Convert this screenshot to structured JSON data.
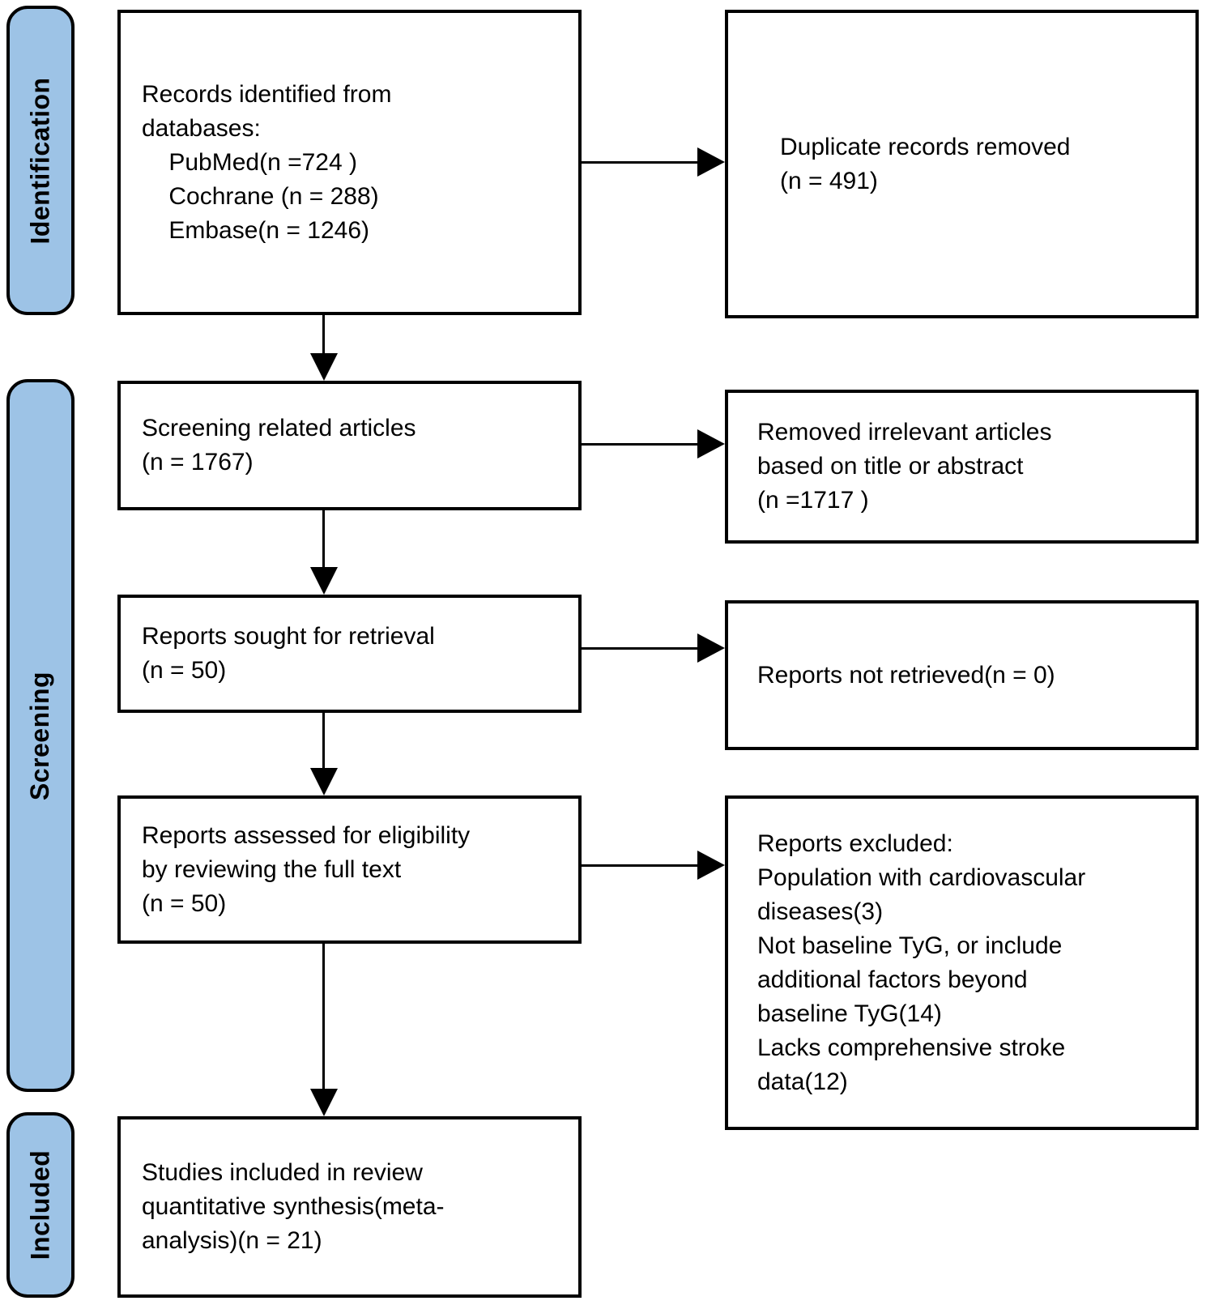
{
  "sidebar": {
    "stages": [
      {
        "id": "identification",
        "label": "Identification"
      },
      {
        "id": "screening",
        "label": "Screening"
      },
      {
        "id": "included",
        "label": "Included"
      }
    ]
  },
  "flow": {
    "records_identified": "Records identified from\ndatabases:\n    PubMed(n =724 )\n    Cochrane (n = 288)\n    Embase(n = 1246)",
    "duplicate_removed": "Duplicate records removed\n(n = 491)",
    "screening_articles": "Screening related articles\n(n = 1767)",
    "irrelevant_removed": "Removed irrelevant articles\nbased on title or abstract\n(n =1717 )",
    "reports_sought": "Reports sought for retrieval\n(n = 50)",
    "reports_not_retrieved": "Reports not retrieved(n = 0)",
    "reports_assessed": "Reports assessed for eligibility\nby reviewing the full text\n(n = 50)",
    "reports_excluded": "Reports excluded:\nPopulation with cardiovascular\ndiseases(3)\nNot baseline TyG, or include\nadditional factors beyond\nbaseline TyG(14)\nLacks comprehensive stroke\ndata(12)",
    "studies_included": "Studies included in review\nquantitative synthesis(meta-\nanalysis)(n = 21)"
  },
  "colors": {
    "stage_fill": "#9dc3e6",
    "stage_border": "#000000",
    "box_fill": "#ffffff",
    "box_border": "#000000",
    "arrow": "#000000",
    "text": "#000000",
    "background": "#ffffff"
  }
}
